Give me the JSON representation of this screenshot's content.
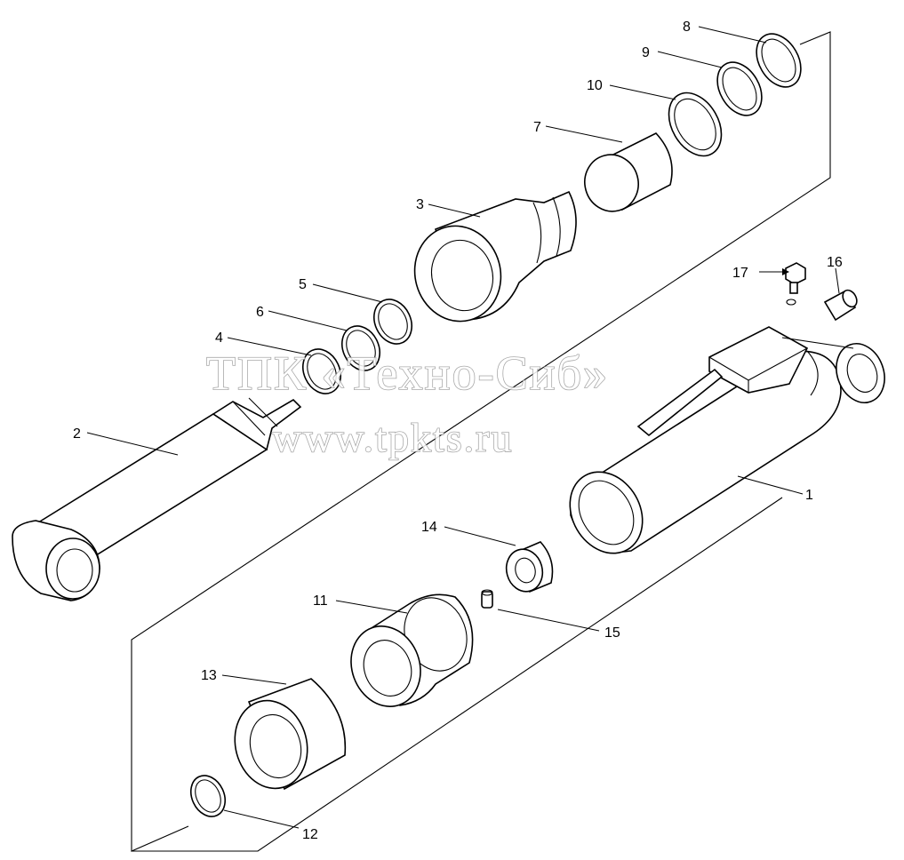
{
  "callouts": {
    "c1": "1",
    "c2": "2",
    "c3": "3",
    "c4": "4",
    "c5": "5",
    "c6": "6",
    "c7": "7",
    "c8": "8",
    "c9": "9",
    "c10": "10",
    "c11": "11",
    "c12": "12",
    "c13": "13",
    "c14": "14",
    "c15": "15",
    "c16": "16",
    "c17": "17"
  },
  "watermark": {
    "line1": "ТПК «Техно-Сиб»",
    "line2": "www.tpkts.ru"
  }
}
